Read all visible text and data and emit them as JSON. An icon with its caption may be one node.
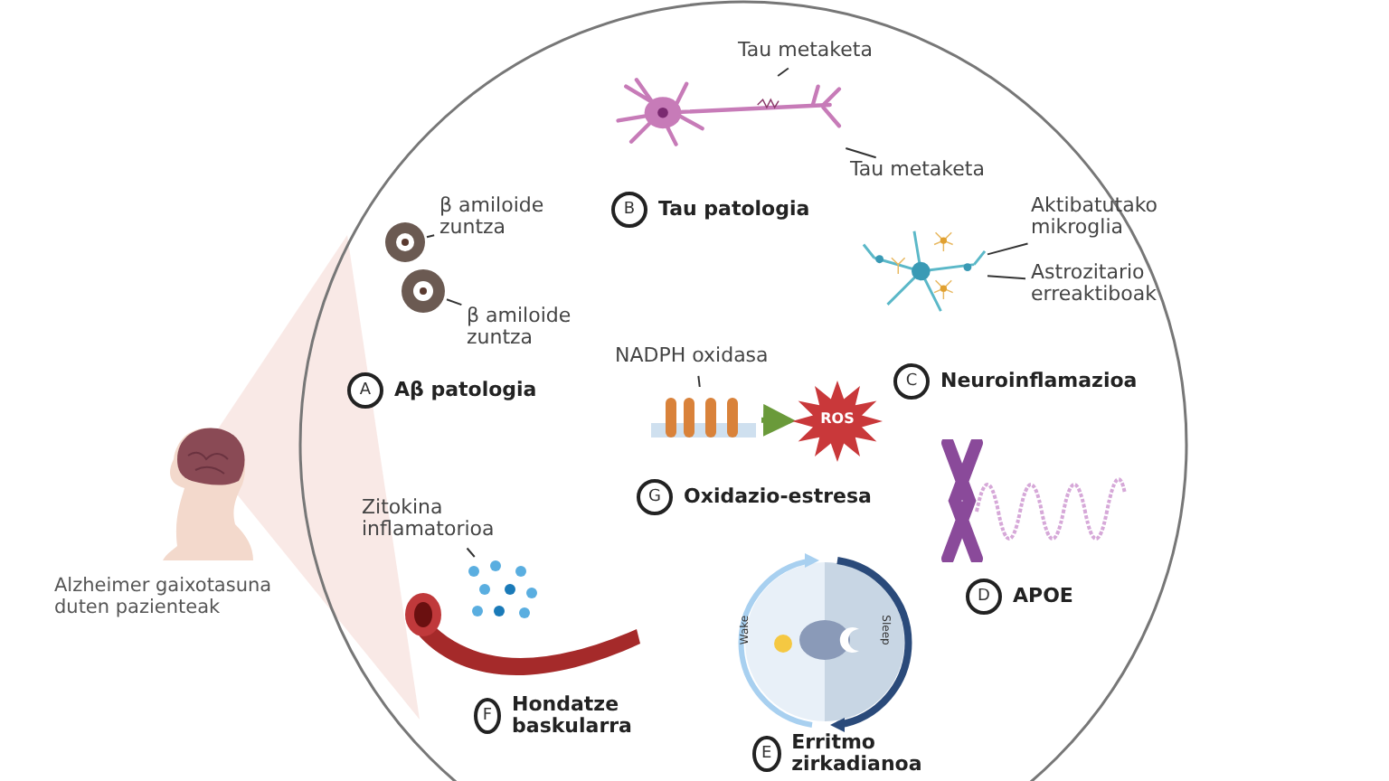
{
  "diagram": {
    "nodes": [
      {
        "text": [],
        "shape": "picture",
        "beside": [
          "Alzheimer gaixotasuna duten pazienteak"
        ]
      },
      {
        "text": [],
        "shape": "circle"
      },
      {
        "text": [],
        "shape": "picture",
        "in": 1
      },
      {
        "text": [
          "Tau metaketa"
        ],
        "in": 1
      },
      {
        "text": [
          "Tau metaketa"
        ],
        "in": 1
      },
      {
        "text": [
          "B"
        ],
        "beside": [
          "Tau patologia"
        ],
        "in": 1
      },
      {
        "text": [
          "β amiloide zuntza"
        ],
        "in": 1
      },
      {
        "text": [],
        "shape": "picture",
        "in": 1
      },
      {
        "text": [],
        "shape": "picture",
        "in": 1
      },
      {
        "text": [
          "β amiloide zuntza"
        ],
        "in": 1
      },
      {
        "text": [
          "A"
        ],
        "beside": [
          "Aβ patologia"
        ],
        "in": 1
      },
      {
        "text": [],
        "shape": "picture",
        "in": 1
      },
      {
        "text": [
          "Aktibatutako mikroglia"
        ],
        "in": 1
      },
      {
        "text": [
          "Astrozitario erreaktiboak"
        ],
        "in": 1
      },
      {
        "text": [
          "C"
        ],
        "beside": [
          "Neuroinflamazioa"
        ],
        "in": 1
      },
      {
        "text": [
          "NADPH oxidasa"
        ],
        "in": 1
      },
      {
        "text": [],
        "shape": "picture",
        "in": 1
      },
      {
        "text": [
          "ROS"
        ],
        "in": 1
      },
      {
        "text": [
          "G"
        ],
        "beside": [
          "Oxidazio-estresa"
        ],
        "in": 1
      },
      {
        "text": [],
        "shape": "picture",
        "in": 1
      },
      {
        "text": [
          "D"
        ],
        "beside": [
          "APOE"
        ],
        "in": 1
      },
      {
        "text": [
          "Zitokina inflamatorioa"
        ],
        "in": 1
      },
      {
        "text": [],
        "shape": "picture",
        "in": 1
      },
      {
        "text": [],
        "shape": "picture",
        "in": 1
      },
      {
        "text": [
          "F"
        ],
        "beside": [
          "Hondatze baskularra"
        ],
        "in": 1
      },
      {
        "text": [],
        "shape": "picture",
        "in": 1
      },
      {
        "text": [
          "E"
        ],
        "beside": [
          "Erritmo zirkadianoa"
        ],
        "in": 1
      }
    ],
    "edges": [
      {
        "from": 3,
        "to": 2,
        "arrow": "none"
      },
      {
        "from": 4,
        "to": 2,
        "arrow": "none"
      },
      {
        "from": 6,
        "to": 7,
        "arrow": "none"
      },
      {
        "from": 9,
        "to": 8,
        "arrow": "none"
      },
      {
        "from": 12,
        "to": 11,
        "arrow": "none"
      },
      {
        "from": 13,
        "to": 11,
        "arrow": "none"
      },
      {
        "from": 15,
        "to": 16,
        "arrow": "none"
      },
      {
        "from": 16,
        "to": 17,
        "arrow": "to",
        "color": "#6a9a3a",
        "style": "thick"
      },
      {
        "from": 21,
        "to": 22,
        "arrow": "none"
      }
    ],
    "labels": [
      "Wake",
      "Sleep"
    ]
  }
}
